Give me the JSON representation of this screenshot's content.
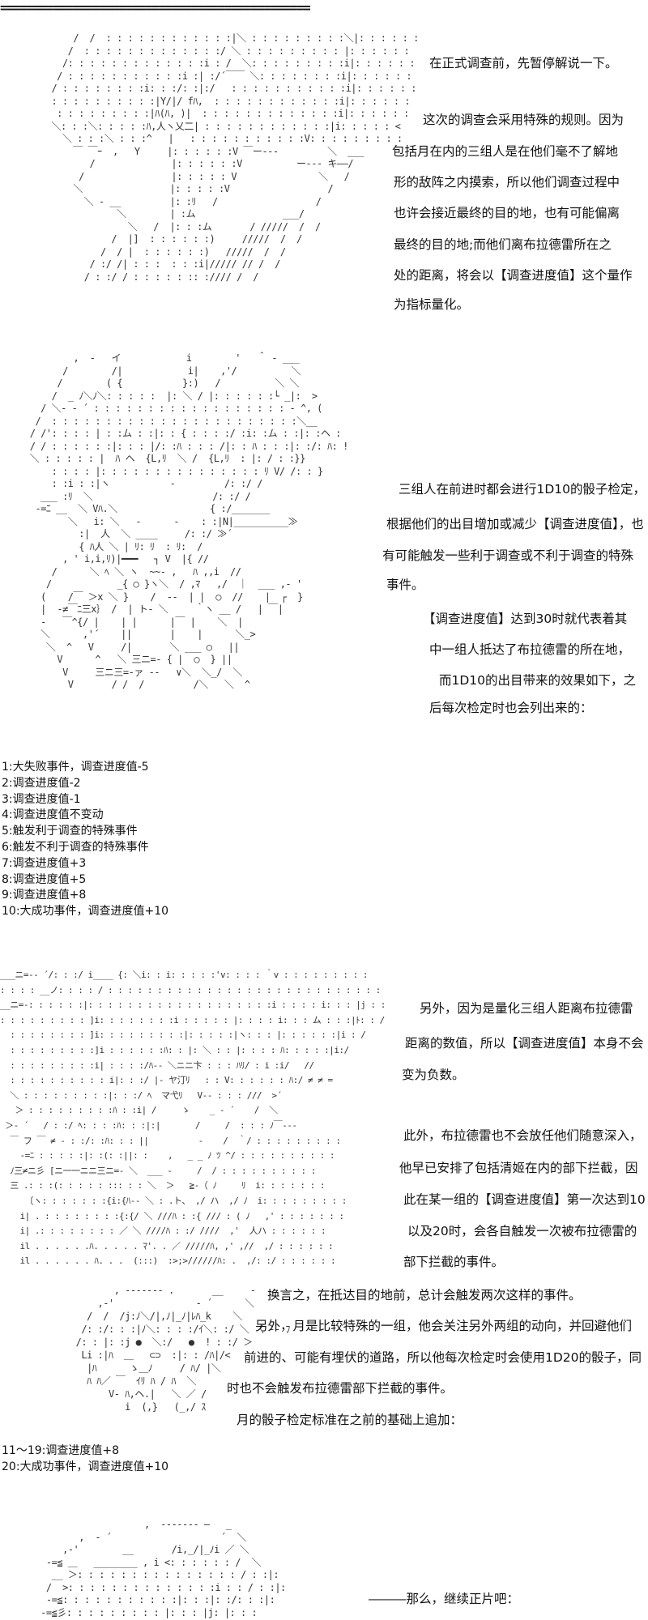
{
  "separator": "===============================================",
  "section1": {
    "lines": [
      "在正式调查前，先暂停解说一下。",
      "这次的调查会采用特殊的规则。因为",
      "包括月在内的三组人是在他们毫不了解地",
      "形的敌阵之内摸索，所以他们调查过程中",
      "也许会接近最终的目的地，也有可能偏离",
      "最终的目的地;而他们离布拉德雷所在之",
      "处的距离，将会以【调查进度值】这个量作",
      "为指标量化。"
    ],
    "art": [
      "      /  /  : : : : : : : : : : : :|＼ : : : : : : : : :＼|: : : : : :",
      "     /  : : : : : : : : : : : : :/ ＼ : : : : : : : : : |: : : : : :",
      "    /: : : : : : : : : : : : :i : /  ＼: : : : : : : : :i|: : : : : :",
      "   / : : : : : : : : : : :i :| :/´￣￣ ＼: : : : : : : :i|: : : : : :",
      "  / : : : : : : : :i: : :/: :|:/   : : : : : : : : : : :i|: : : : : :",
      "  : : : : : : : : : :|Y/|/ fﾊ,  : : : : : : : : : : : :i|: : : : : :",
      "   : : : : : : : : :|ﾊ(ﾊ, )|  : : : : : : : : : : : : :i|: : : : : :",
      "  ＼: : :＼: : : : :ﾊ,人ヽ乂二| : : : : : : : : : : : :|i: : : : : <",
      "    ＼ : : :＼ : : :^   |   : : : : : : : : : : :V: : : : : : : : :",
      "      ￣ ￣ｰ  ,   Y     |: : : : : :V ￣ー‐--         ＼  ___",
      "         /              |: : : : : :V          ー‐-- キ――/",
      "       /                |: : : : : V               ＼   /",
      "      ＼                |: : : : :V                  /",
      "        ＼ ‐ __         |: :ﾘ   /                  /",
      "              ＼        | :ム                ___/",
      "                ＼   /  |: : :ム       / /////  /  /",
      "             /  |]  : : : : : :)     /////  /  /",
      "           /  / |  : : : : : :)   /////  /  /",
      "         / :/ /| : : :  : : :i|///// // /  /",
      "        / : :/ / : : : : : :: ://// /  /"
    ]
  },
  "section2": {
    "lines_a": [
      "三组人在前进时都会进行1D10的骰子检定，",
      "根据他们的出目增加或减少【调查进度值】，也",
      "有可能触发一些利于调查或不利于调查的特殊",
      "事件。"
    ],
    "lines_b": [
      "【调查进度值】达到30时就代表着其",
      "中一组人抵达了布拉德雷的所在地，",
      "而1D10的出目带来的效果如下，之",
      "后每次检定时也会列出来的："
    ],
    "art": [
      "         ,  ‐   イ            i        '   ＾ ‐ ___",
      "       /        /|            i|    ,'/          ＼",
      "      /        ( {           }:)   /          ＼ ＼",
      "     /  _ ﾉ＼ﾉ＼: : : : :  |: ＼ / |: : : : : :└ _|:  >",
      "   / ＼‐ ‐ ´ : : : : : : : : : : : : : : : : : : ‐ ^, (",
      "  /  : : : : : : : : : : : : : : : : : : : : : : :＼__",
      " / /': : : : | : :ム : :|: : { : : : :/ :i: :ム : :|: :ヘ :",
      " / / : : : : : :|: : : |/: :ﾊ : : : /|: : ﾊ : : :|: :/: ﾊ: !",
      " ＼ : : : : : |  ﾊ ヘ  {L,ﾘ  ＼ /  {L,ﾘ  : |: / : :}}",
      "     : : : : |: : : : : : : : : : : : : : : ﾘ V/ /: : }",
      "     : :i : :|ヽ           -         /: :/ /",
      "   ___ :ﾘ  ＼                      /: :/ /",
      "  -=ﾆ __  ＼ Vﾊ.＼                 { :/_______",
      "        ＼   i: ＼   ‐      ‐    : :|N|__________≫",
      "          :|  人  ＼ ____     /: :/ ≫´",
      "          { ﾊ人 ＼ | ﾘ: ﾘ  : ﾘ:  /",
      "       , ' i,i,ﾘ)|━━━   ┐ V  |{ //",
      "     /      ＼ ﾍ ＼ ヽ  ~~‐ ,   ﾊ ,,i  //",
      "    /            _{ ○ }ヽ＼  / ,ﾏ   ,/  ｜  ___ ,- '",
      "   (    /￣ ＞x ＼ }    /  ‐‐  | |  ○  //    |  ┌  }",
      "   |  ‐≠￣ﾆ三x｝ /  | ト‐ ＼     ｀ヽ __ /   | ￣|",
      "   ‐   ￣^{/ |    | |      |￣ |    ＼  |",
      "   ＼      ,'´    ||       |    |      ＼_>",
      "    ＼  ^   V     /|       ＼ ___ ○   ||",
      "      V      ^   ＼ 三ニ=- { |  ○  } ||",
      "       V     三ニ三=-ァ -‐   ∨＼  ＼_/  ＼",
      "        V       / /  /         /＼   ＼  ^"
    ]
  },
  "dice_table_1d10": [
    "1:大失败事件，调查进度值-5",
    "2:调查进度值-2",
    "3:调查进度值-1",
    "4:调查进度值不变动",
    "5:触发利于调查的特殊事件",
    "6:触发不利于调查的特殊事件",
    "7:调查进度值+3",
    "8:调查进度值+5",
    "9:调查进度值+8",
    "10:大成功事件，调查进度值+10"
  ],
  "section3": {
    "lines_a": [
      "另外，因为是量化三组人距离布拉德雷",
      "距离的数值，所以【调查进度值】本身不会",
      "变为负数。"
    ],
    "lines_b": [
      "此外，布拉德雷也不会放任他们随意深入，",
      "他早已安排了包括清姬在内的部下拦截，因",
      "此在某一组的【调查进度值】第一次达到10",
      "以及20时，会各自触发一次被布拉德雷的",
      "部下拦截的事件。"
    ],
    "art": [
      "___ニ=-‐ ´/: : :/ i____ {: ＼i: : i: : : : :'v: : : : ｀v : : : : : : : : :",
      ": : : : __ノ: : : : / : : : : : : : : : : : : : : : : : : : : : : : : : : : :",
      "__ニ=-: : : : : :|: : : : : : : : : : : : : : : : : : :i : : : : i: : : |j : :",
      ": : : : : : : : : ]i: : : : : : : :i : : : : : |: : : : i: : : ム : : :|ﾄ: : /",
      "  : : : : : : : : ]i: : : : : : : : :|: : : : :|ヽ: : : |: : : : : :|i : /",
      "  : : : : : : : : :]i : : : : : :ﾊ: : |: ＼ : : |: : : : ﾊ: : : : :|i:/",
      "  : : : : : : : : :i| : : : :/ﾊ‐‐ ＼ニニ卞 : : : ﾊﾘ/ : i :i/   //",
      "  : : : : : : : : : : i|: : :/ |‐ ヤ汀ﾘ   : : V: : : : : : ﾊ:/ ≠ ≠ =",
      "  ＼ : : : : : : : : :|: : :/ ﾍ  マ弋ﾘ   V‐‐ : : : ///  >´",
      "   ＞ : : : : : : : : :ﾊ : :i| /     ゝ    _ ‐ ´    /  ＼",
      " ＞‐ ´   / : :/ ﾍ: : : :ﾊ: : :|:|       /     /  : : : ﾉ￣‐‐‐",
      "  ￣ フ ￣ ≠ ‐ : :/: :ﾊ: : : ||          ‐    /  ｀/ : : : : : : : : :",
      "    -=ﾆ : : : : :|: :(: :||: :    ,   _ _ ﾉ ﾂ ^/ : : : : : : : : : :",
      "  ﾉ三≠ニ彡 [ニ一一ニニ三ニ=- ＼  ___ ‐     /  / : : : : : : : : : :",
      "  三 .: : :(: : : : : ::: : : ＼  ＞   ≧-（ ﾉ     ﾘ  i: : : : : : :",
      "     〔ヽ: : : : : : :{i:{ﾊ‐‐ ＼ : .ト、 ,/ ハ  ,/ ﾉ  i: : : : : : : : :",
      "    i| . : : : : : : : :{:{/ ＼ ///ﾊ : :{ /// : ( ﾉ   ,' : : : : : : :",
      "    i| .: : : : : : : : ／ ＼ ////ﾊ : :/ ////  ,'  人ハ : : : : : :",
      "    il . . . . . .ﾊ. . . . . ﾏ'. . ／ /////ﾊ, ,' ,//  ,/ : : : : : :",
      "    il . . . . . . ﾊ. . .  (:::)  :>;>//////ﾊ: .  ,/: :/ : : : : : :"
    ]
  },
  "section4": {
    "lines": [
      "换言之，在抵达目的地前，总计会触发两次这样的事件。",
      "另外，月是比较特殊的一组，他会关注另外两组的动向，并回避他们",
      "前进的、可能有埋伏的道路，所以他每次检定时会使用1D20的骰子，同",
      "时也不会触发布拉德雷部下拦截的事件。",
      "月的骰子检定标准在之前的基础上追加："
    ],
    "art": [
      "            , ‐‐‐‐‐‐‐ .       __     ‐",
      "         ,‐'               ‐ ´      ＼",
      "       /  /  /j:ﾉ＼/|,ﾉ|_ﾉ|ﾚﾊ_k    ＼",
      "      /: :/: : :|ﾉ＼: : : :/ｲ＼: :/ ＼ 〈 ‐‐ ﾌ",
      "     /: : |: :j ●  ＼:/   ●  ! : :/ ＞",
      "      Li :|ﾊ  ＿   ⊂⊃  :|: : /ﾊ|/<",
      "       |ﾊ      ゝ＿ﾉ     / ﾊ/ |＼",
      "       ﾊ ﾊ／ ￣  ｲﾘ ﾊ / ﾊ  ＼",
      "           V‐ ﾊ,ヘ.|   ＼ ／ /",
      "              i  (,}   (_,/ ｽ"
    ]
  },
  "dice_table_1d20": [
    "11～19:调查进度值+8",
    "20:大成功事件，调查进度值+10"
  ],
  "closing": {
    "text": "―――那么，继续正片吧：",
    "art": [
      "                      ,  ‐‐‐‐‐‐‐ ―   _",
      "          ,  ‐ ´                    ´  ＼",
      "       ,‐'        __       /i,_/|_ﾉi ／ ＼",
      "    ‐=≦ ＿   ________ , i <: : : : : : /  ＼",
      "     __ ＞: : : : : : : : : : : : : : : / : :|:",
      "    /  >: : : : : : : : : : : : : :i : : / : :|:",
      "    ‐=≦: : : : : : : : : : :|: : :|: :/: : :|:",
      "   ‐=≦彡: : : : : : : : : |: : : |j: |: : :"
    ]
  }
}
